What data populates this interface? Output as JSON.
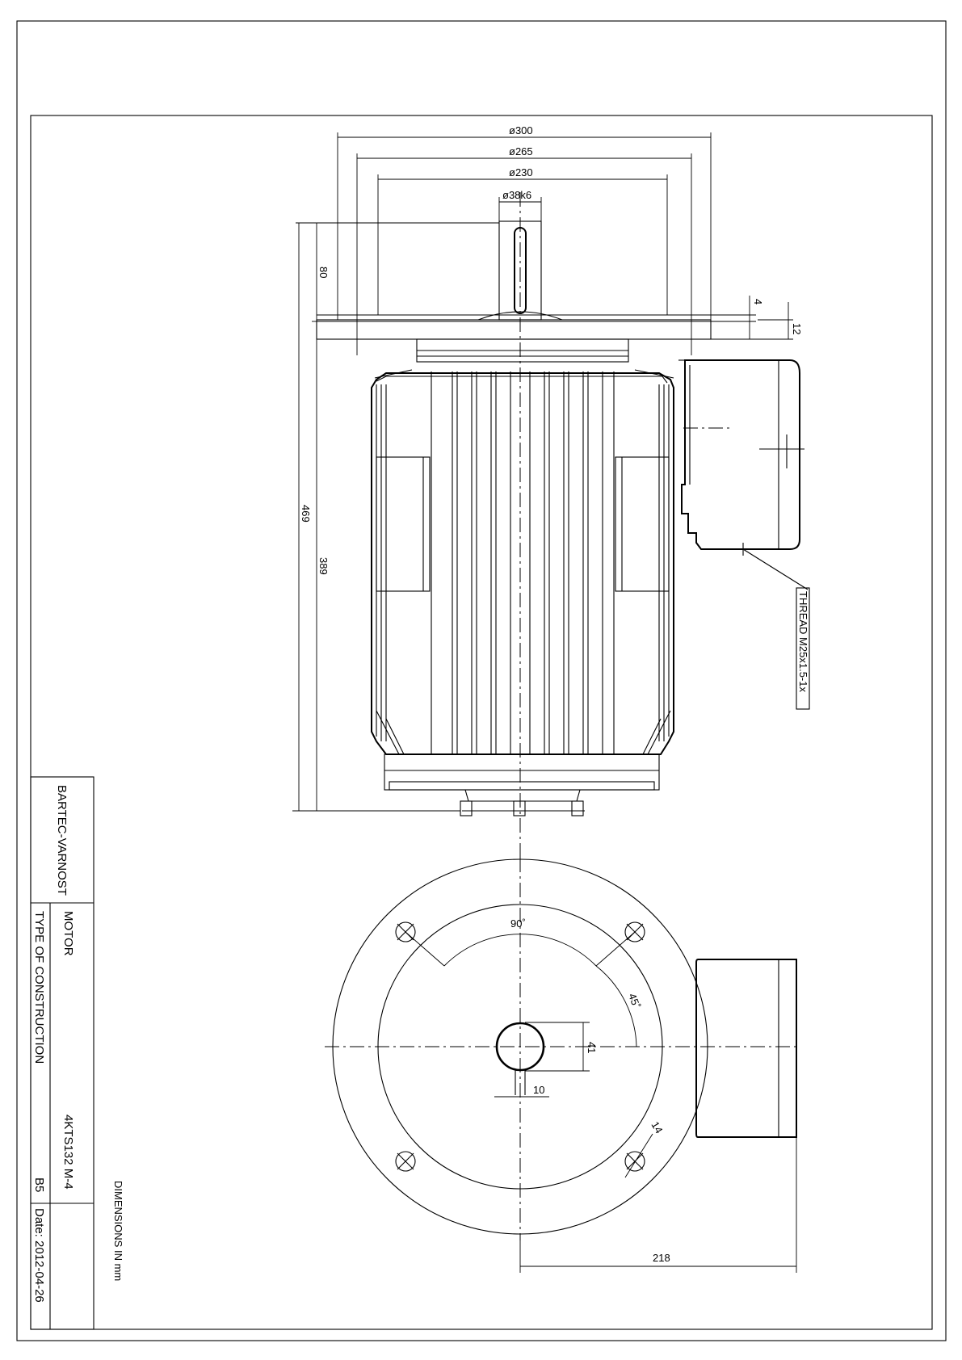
{
  "title_block": {
    "company": "BARTEC-VARNOST",
    "product": "MOTOR",
    "type_label": "TYPE OF CONSTRUCTION",
    "model": "4KTS132 M-4",
    "construction_code": "B5",
    "date": "Date: 2012-04-26",
    "units_note": "DIMENSIONS IN mm"
  },
  "dimensions": {
    "d300": "ø300",
    "d265": "ø265",
    "d230": "ø230",
    "shaft": "ø38k6",
    "h80": "80",
    "h469": "469",
    "h389": "389",
    "t4": "4",
    "t12": "12",
    "thread": "THREAD M25x1.5-1x",
    "angle90": "90˚",
    "angle45": "45˚",
    "key41": "41",
    "key10": "10",
    "hole14": "14",
    "offset218": "218"
  }
}
